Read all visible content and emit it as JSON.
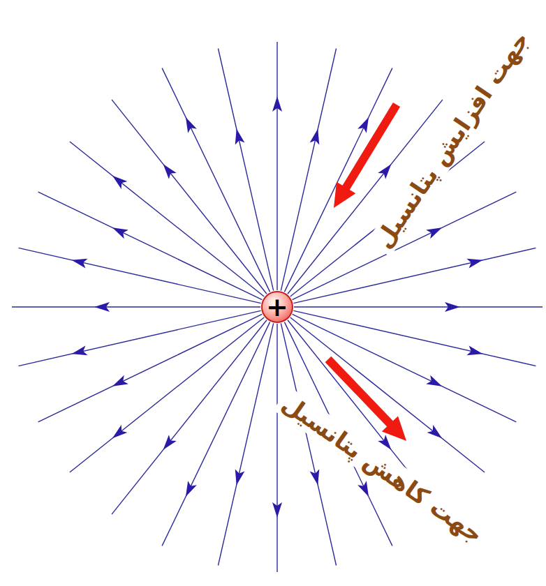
{
  "diagram": {
    "nodes": [
      {
        "text": [
          "+"
        ]
      }
    ],
    "labels": [
      "جهت افزایش پتانسیل",
      "جهت کاهش پتانسیل"
    ]
  }
}
